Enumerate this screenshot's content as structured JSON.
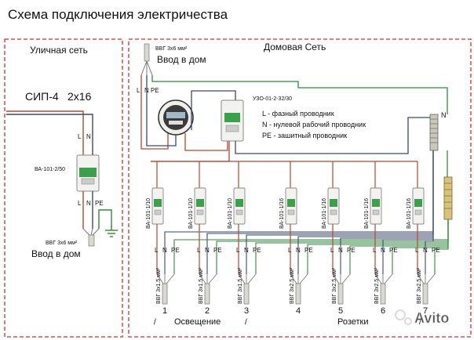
{
  "title": "Схема подключения электричества",
  "street": {
    "label": "Уличная сеть",
    "cable": "СИП-4",
    "cable_size": "2х16",
    "breaker": "ВА-101-2/50",
    "in_cable": "ВВГ 3х6 мм²",
    "in_label": "Ввод в дом",
    "terminals": {
      "L": "L",
      "N": "N",
      "PE": "PE"
    }
  },
  "house": {
    "label": "Домовая Сеть",
    "in_cable": "ВВГ 3х6 мм²",
    "in_label": "Ввод в дом",
    "uzo": "УЗО-01-2-32/30",
    "bus_n": "N",
    "legend": [
      "L - фазный проводник",
      "N - нулевой рабочий проводник",
      "PE - зашитный проводник"
    ],
    "breakers": [
      {
        "label": "ВА-101-1/10",
        "cable": "ВВГ 3х1.5 мм²",
        "num": "1"
      },
      {
        "label": "ВА-101-1/10",
        "cable": "ВВГ 3х1.5 мм²",
        "num": "2"
      },
      {
        "label": "ВА-101-1/10",
        "cable": "ВВГ 3х1.5 мм²",
        "num": "3"
      },
      {
        "label": "ВА-101-1/16",
        "cable": "ВВГ 3х2.5 мм²",
        "num": "4"
      },
      {
        "label": "ВА-101-1/16",
        "cable": "ВВГ 3х2.5 мм²",
        "num": "5"
      },
      {
        "label": "ВА-101-1/16",
        "cable": "ВВГ 3х2.5 мм²",
        "num": "6"
      },
      {
        "label": "ВА-101-1/16",
        "cable": "ВВГ 3х2.5 мм²",
        "num": "7"
      }
    ],
    "group_lighting": "Освещение",
    "group_sockets": "Розетки",
    "slash": "/"
  },
  "watermark": "Avito",
  "colors": {
    "phase": "#b8472e",
    "neutral": "#3a4a6a",
    "pe": "#2f8a3c",
    "box": "#e02a2a"
  }
}
